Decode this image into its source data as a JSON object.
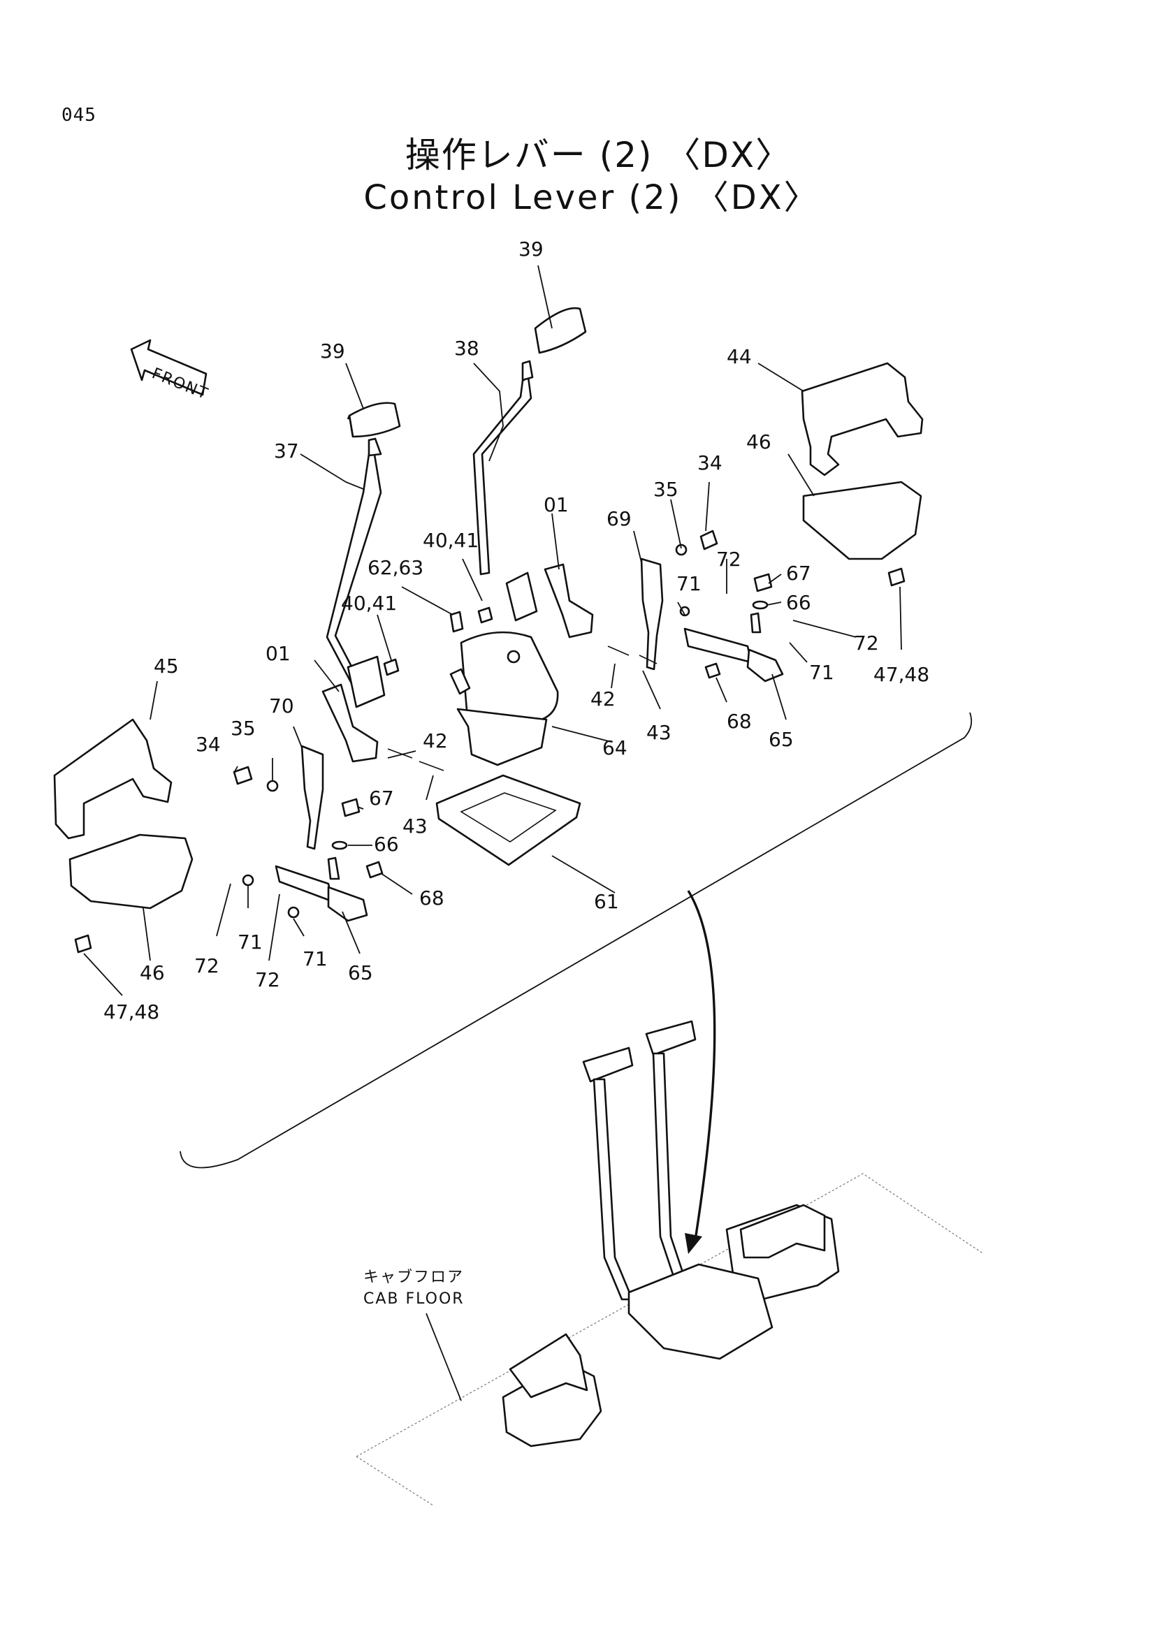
{
  "page_number": "045",
  "title_jp": "操作レバー (2) 〈DX〉",
  "title_en": "Control Lever (2) 〈DX〉",
  "front_label": "FRONT",
  "cab_floor_jp": "キャブフロア",
  "cab_floor_en": "CAB FLOOR",
  "callouts": {
    "c39a": "39",
    "c39b": "39",
    "c38": "38",
    "c37": "37",
    "c44": "44",
    "c46a": "46",
    "c46b": "46",
    "c34a": "34",
    "c34b": "34",
    "c35a": "35",
    "c35b": "35",
    "c01a": "01",
    "c01b": "01",
    "c69": "69",
    "c70": "70",
    "c4041a": "40,41",
    "c4041b": "40,41",
    "c6263": "62,63",
    "c72a": "72",
    "c72b": "72",
    "c72c": "72",
    "c72d": "72",
    "c67a": "67",
    "c67b": "67",
    "c66a": "66",
    "c66b": "66",
    "c71a": "71",
    "c71b": "71",
    "c71c": "71",
    "c71d": "71",
    "c4748a": "47,48",
    "c4748b": "47,48",
    "c45": "45",
    "c42a": "42",
    "c42b": "42",
    "c43a": "43",
    "c43b": "43",
    "c64": "64",
    "c68a": "68",
    "c68b": "68",
    "c65a": "65",
    "c65b": "65",
    "c61": "61"
  }
}
